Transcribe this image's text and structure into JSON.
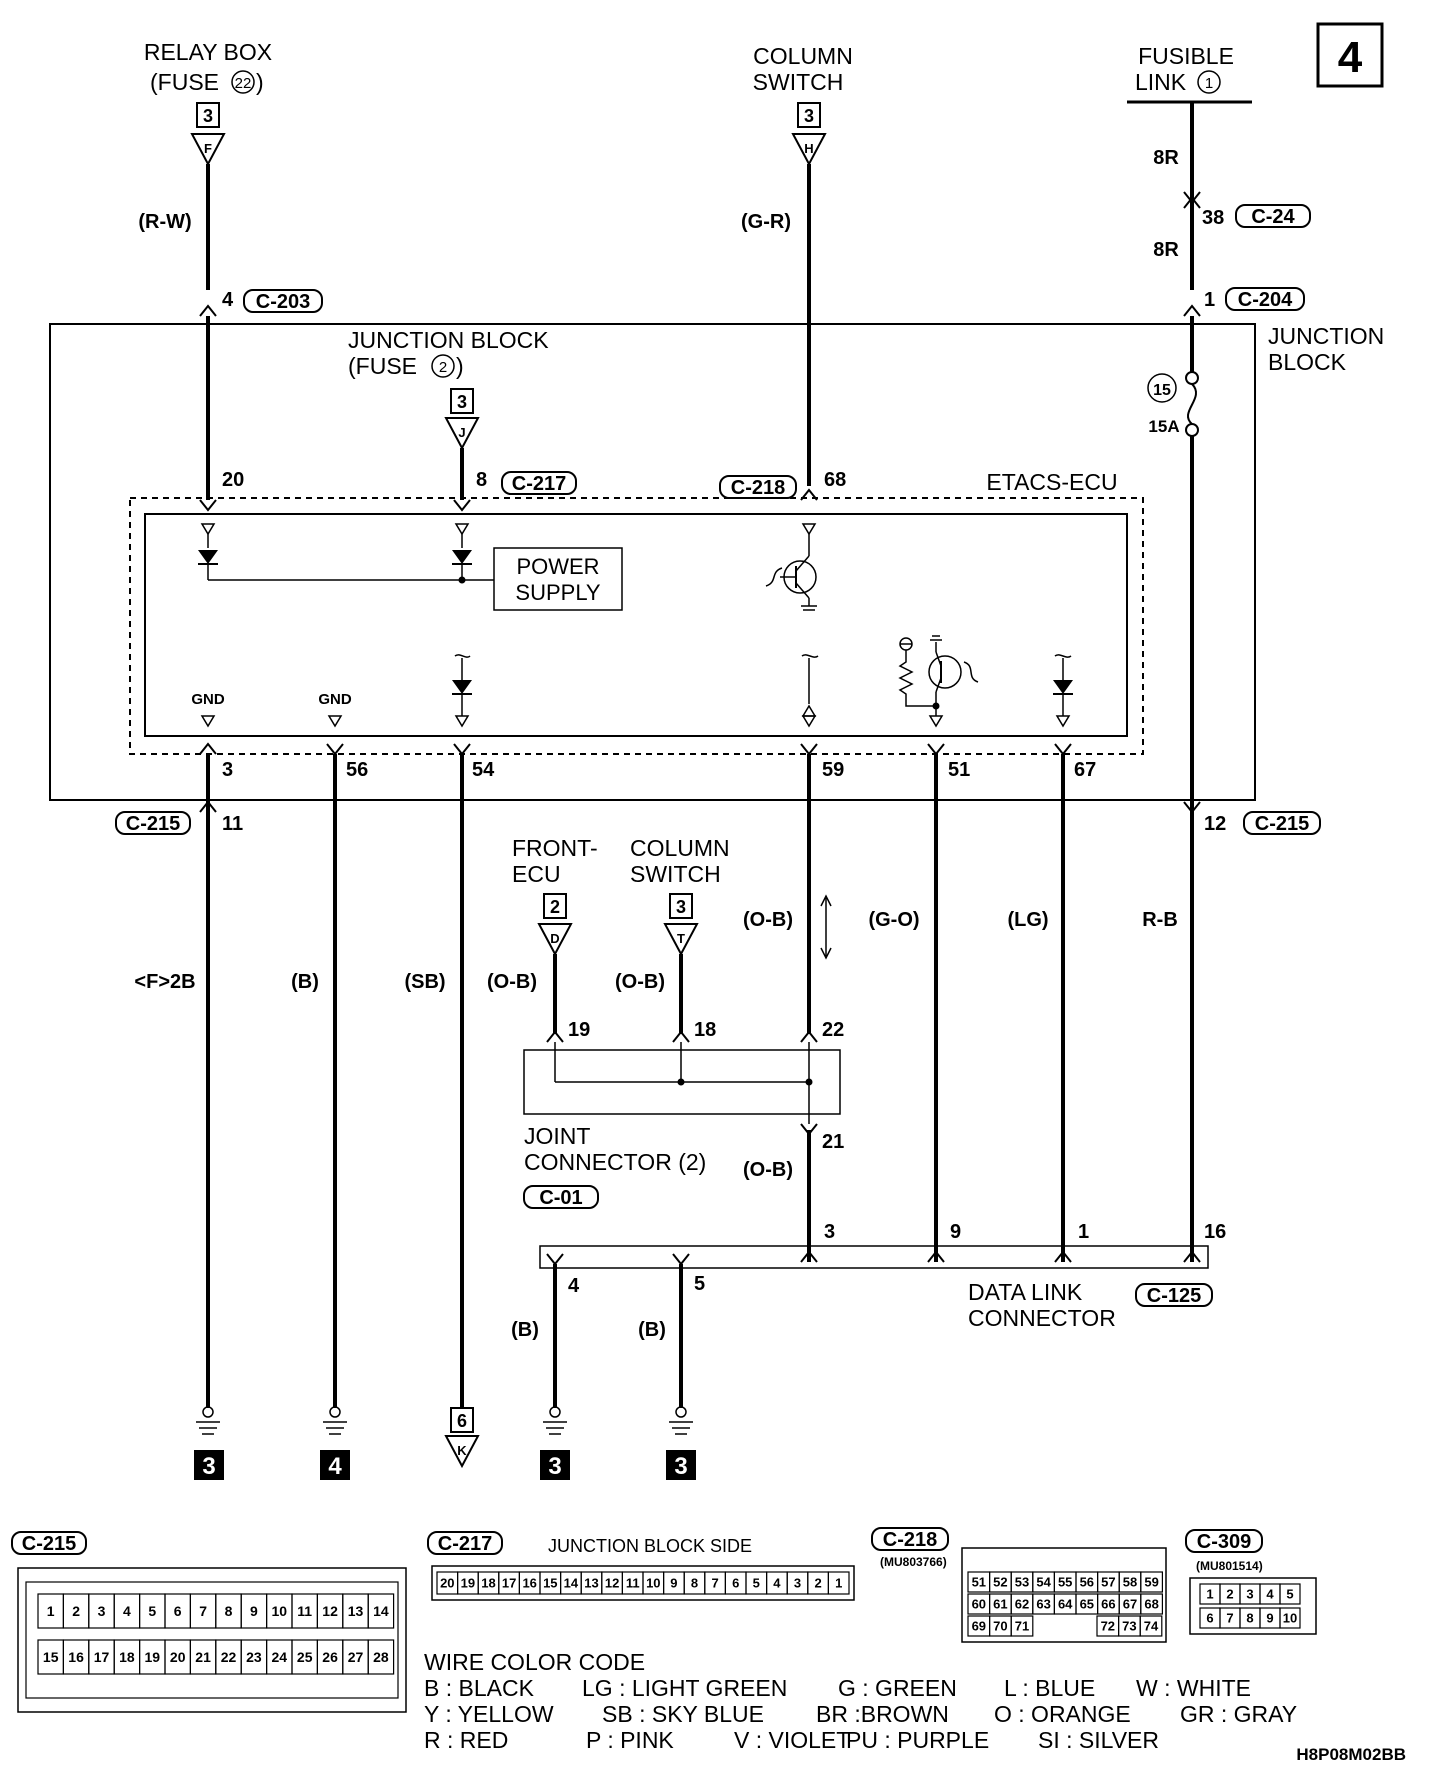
{
  "page_number": "4",
  "sources": {
    "relay_box": {
      "line1": "RELAY BOX",
      "line2": "(FUSE",
      "fuse": "22",
      "close": ")",
      "pin": "3",
      "letter": "F"
    },
    "column_switch_top": {
      "line1": "COLUMN",
      "line2": "SWITCH",
      "pin": "3",
      "letter": "H"
    },
    "fusible_link": {
      "line1": "FUSIBLE",
      "line2": "LINK",
      "num": "1"
    },
    "junction_fuse": {
      "line1": "JUNCTION BLOCK",
      "line2": "(FUSE",
      "fuse": "2",
      "close": ")",
      "pin": "3",
      "letter": "J"
    }
  },
  "junction_block_label": {
    "line1": "JUNCTION",
    "line2": "BLOCK"
  },
  "fuse": {
    "number": "15",
    "rating": "15A"
  },
  "ecu": {
    "label": "ETACS-ECU",
    "power_supply_line1": "POWER",
    "power_supply_line2": "SUPPLY",
    "gnd": "GND"
  },
  "connectors": {
    "c203": "C-203",
    "c204": "C-204",
    "c24": "C-24",
    "c217": "C-217",
    "c218": "C-218",
    "c215": "C-215",
    "c01": "C-01",
    "c125": "C-125",
    "c309": "C-309"
  },
  "pins": {
    "p4": "4",
    "p38": "38",
    "p1": "1",
    "p20": "20",
    "p8": "8",
    "p68": "68",
    "p3": "3",
    "p56": "56",
    "p54": "54",
    "p59": "59",
    "p51": "51",
    "p67": "67",
    "p11": "11",
    "p12": "12",
    "p19": "19",
    "p18": "18",
    "p22": "22",
    "p21": "21",
    "dl3": "3",
    "dl9": "9",
    "dl1": "1",
    "dl16": "16",
    "dl4": "4",
    "dl5": "5"
  },
  "wire_colors": {
    "rw": "(R-W)",
    "gr": "(G-R)",
    "r8a": "8R",
    "r8b": "8R",
    "f2b": "<F>2B",
    "b1": "(B)",
    "sb": "(SB)",
    "ob1": "(O-B)",
    "ob2": "(O-B)",
    "ob3": "(O-B)",
    "go": "(G-O)",
    "lg": "(LG)",
    "rb": "R-B",
    "ob4": "(O-B)",
    "b2": "(B)",
    "b3": "(B)"
  },
  "front_ecu": {
    "line1": "FRONT-",
    "line2": "ECU",
    "pin": "2",
    "letter": "D"
  },
  "column_switch_mid": {
    "line1": "COLUMN",
    "line2": "SWITCH",
    "pin": "3",
    "letter": "T"
  },
  "joint_connector": {
    "line1": "JOINT",
    "line2": "CONNECTOR (2)"
  },
  "data_link": {
    "line1": "DATA LINK",
    "line2": "CONNECTOR"
  },
  "grounds": {
    "g1": "3",
    "g2": "4",
    "g3": "3",
    "g4": "3"
  },
  "off_page_k": {
    "pin": "6",
    "letter": "K"
  },
  "connector_views": {
    "junction_block_side": "JUNCTION BLOCK SIDE",
    "c218_part": "(MU803766)",
    "c309_part": "(MU801514)",
    "c215_row1": [
      "1",
      "2",
      "3",
      "4",
      "5",
      "6",
      "7",
      "8",
      "9",
      "10",
      "11",
      "12",
      "13",
      "14"
    ],
    "c215_row2": [
      "15",
      "16",
      "17",
      "18",
      "19",
      "20",
      "21",
      "22",
      "23",
      "24",
      "25",
      "26",
      "27",
      "28"
    ],
    "c217_row": [
      "20",
      "19",
      "18",
      "17",
      "16",
      "15",
      "14",
      "13",
      "12",
      "11",
      "10",
      "9",
      "8",
      "7",
      "6",
      "5",
      "4",
      "3",
      "2",
      "1"
    ],
    "c218_row1": [
      "51",
      "52",
      "53",
      "54",
      "55",
      "56",
      "57",
      "58",
      "59"
    ],
    "c218_row2": [
      "60",
      "61",
      "62",
      "63",
      "64",
      "65",
      "66",
      "67",
      "68"
    ],
    "c218_row3a": [
      "69",
      "70",
      "71"
    ],
    "c218_row3b": [
      "72",
      "73",
      "74"
    ],
    "c309_row1": [
      "1",
      "2",
      "3",
      "4",
      "5"
    ],
    "c309_row2": [
      "6",
      "7",
      "8",
      "9",
      "10"
    ]
  },
  "legend": {
    "title": "WIRE COLOR CODE",
    "row1": [
      "B : BLACK",
      "LG : LIGHT GREEN",
      "G : GREEN",
      "L : BLUE",
      "W : WHITE"
    ],
    "row2": [
      "Y : YELLOW",
      "SB : SKY BLUE",
      "BR :BROWN",
      "O : ORANGE",
      "GR : GRAY"
    ],
    "row3": [
      "R : RED",
      "P : PINK",
      "V : VIOLET",
      "PU : PURPLE",
      "SI : SILVER"
    ]
  },
  "figure_code": "H8P08M02BB"
}
